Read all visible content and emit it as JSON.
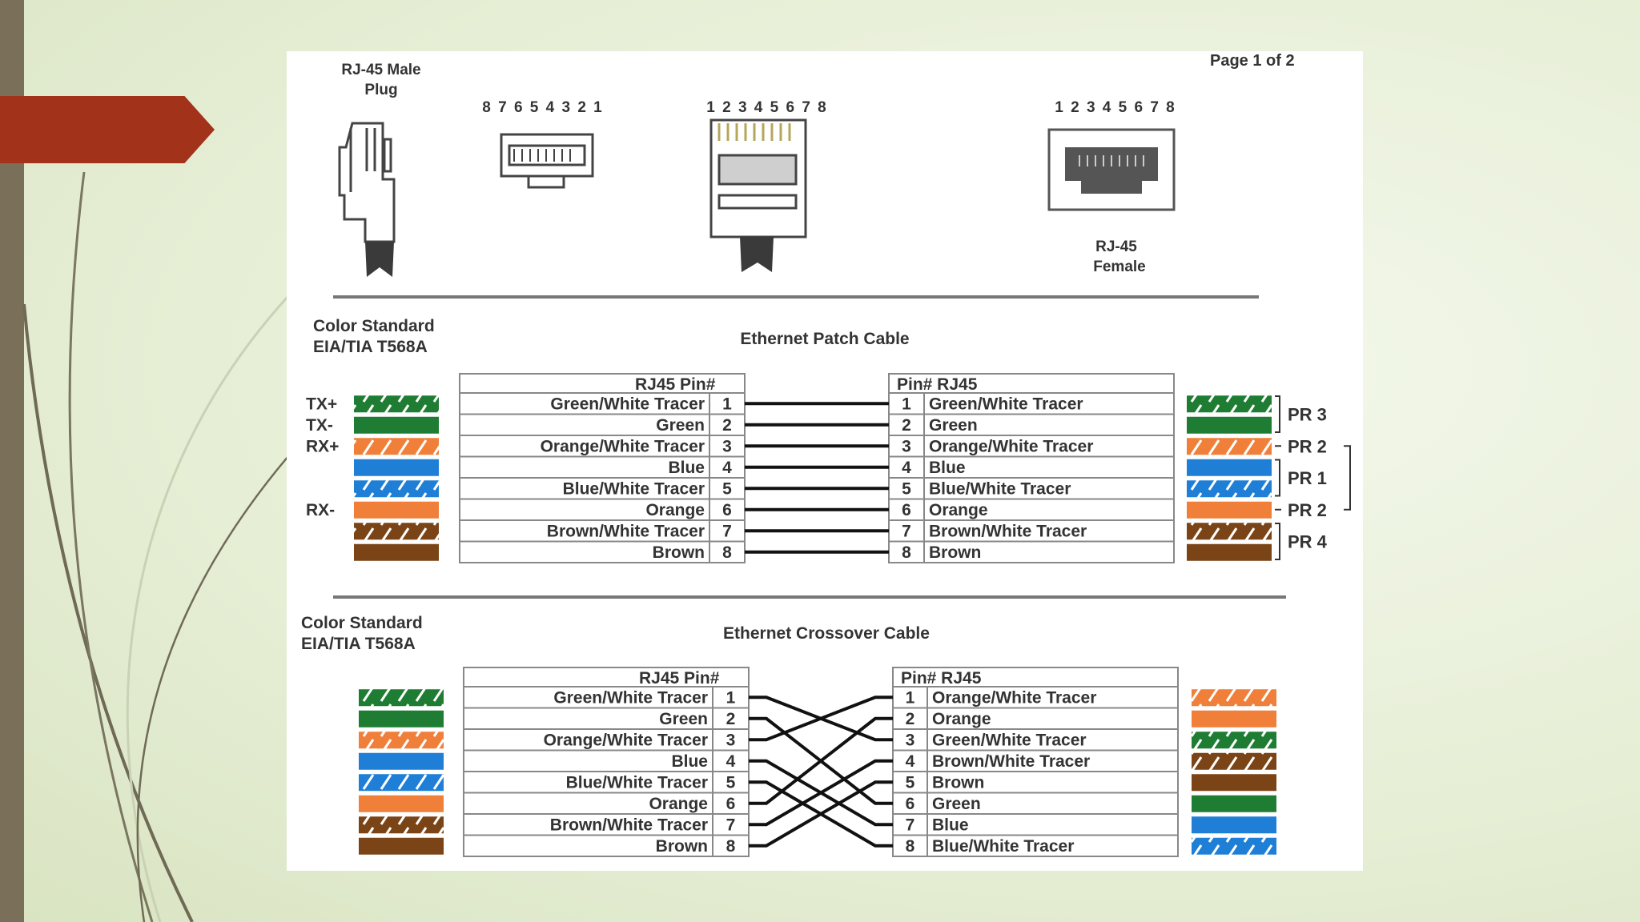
{
  "page_label": "Page 1 of 2",
  "connectors": {
    "male_plug_label": [
      "RJ-45 Male",
      "Plug"
    ],
    "pins_rev": "8 7 6 5 4 3 2 1",
    "pins_fwd": "1 2 3 4 5 6 7 8",
    "female_pins": "1 2 3 4 5 6 7 8",
    "female_label": [
      "RJ-45",
      "Female"
    ]
  },
  "patch": {
    "standard": [
      "Color  Standard",
      "EIA/TIA T568A"
    ],
    "title": "Ethernet Patch Cable",
    "left_header": "RJ45   Pin#",
    "right_header": "Pin#   RJ45",
    "signals": [
      "TX+",
      "TX-",
      "RX+",
      "",
      "",
      "RX-",
      "",
      ""
    ],
    "left_rows": [
      {
        "name": "Green/White Tracer",
        "pin": "1"
      },
      {
        "name": "Green",
        "pin": "2"
      },
      {
        "name": "Orange/White Tracer",
        "pin": "3"
      },
      {
        "name": "Blue",
        "pin": "4"
      },
      {
        "name": "Blue/White Tracer",
        "pin": "5"
      },
      {
        "name": "Orange",
        "pin": "6"
      },
      {
        "name": "Brown/White Tracer",
        "pin": "7"
      },
      {
        "name": "Brown",
        "pin": "8"
      }
    ],
    "right_rows": [
      {
        "pin": "1",
        "name": "Green/White Tracer"
      },
      {
        "pin": "2",
        "name": "Green"
      },
      {
        "pin": "3",
        "name": "Orange/White Tracer"
      },
      {
        "pin": "4",
        "name": "Blue"
      },
      {
        "pin": "5",
        "name": "Blue/White Tracer"
      },
      {
        "pin": "6",
        "name": "Orange"
      },
      {
        "pin": "7",
        "name": "Brown/White Tracer"
      },
      {
        "pin": "8",
        "name": "Brown"
      }
    ],
    "left_colors": [
      "green-stripe",
      "green",
      "orange-stripe",
      "blue",
      "blue-stripe",
      "orange",
      "brown-stripe",
      "brown"
    ],
    "right_colors": [
      "green-stripe",
      "green",
      "orange-stripe",
      "blue",
      "blue-stripe",
      "orange",
      "brown-stripe",
      "brown"
    ],
    "pairs": [
      "PR 3",
      "PR 2",
      "PR 1",
      "PR 2",
      "PR 4"
    ],
    "wiring": [
      1,
      2,
      3,
      4,
      5,
      6,
      7,
      8
    ]
  },
  "crossover": {
    "standard": [
      "Color  Standard",
      "EIA/TIA T568A"
    ],
    "title": "Ethernet Crossover Cable",
    "left_header": "RJ45   Pin#",
    "right_header": "Pin#   RJ45",
    "left_rows": [
      {
        "name": "Green/White Tracer",
        "pin": "1"
      },
      {
        "name": "Green",
        "pin": "2"
      },
      {
        "name": "Orange/White Tracer",
        "pin": "3"
      },
      {
        "name": "Blue",
        "pin": "4"
      },
      {
        "name": "Blue/White Tracer",
        "pin": "5"
      },
      {
        "name": "Orange",
        "pin": "6"
      },
      {
        "name": "Brown/White Tracer",
        "pin": "7"
      },
      {
        "name": "Brown",
        "pin": "8"
      }
    ],
    "right_rows": [
      {
        "pin": "1",
        "name": "Orange/White Tracer"
      },
      {
        "pin": "2",
        "name": "Orange"
      },
      {
        "pin": "3",
        "name": "Green/White Tracer"
      },
      {
        "pin": "4",
        "name": "Brown/White Tracer"
      },
      {
        "pin": "5",
        "name": "Brown"
      },
      {
        "pin": "6",
        "name": "Green"
      },
      {
        "pin": "7",
        "name": "Blue"
      },
      {
        "pin": "8",
        "name": "Blue/White Tracer"
      }
    ],
    "left_colors": [
      "green-stripe",
      "green",
      "orange-stripe",
      "blue",
      "blue-stripe",
      "orange",
      "brown-stripe",
      "brown"
    ],
    "right_colors": [
      "orange-stripe",
      "orange",
      "green-stripe",
      "brown-stripe",
      "brown",
      "green",
      "blue",
      "blue-stripe"
    ],
    "wiring": [
      3,
      6,
      1,
      7,
      8,
      2,
      4,
      5
    ]
  },
  "colors": {
    "green": "#1e7d32",
    "orange": "#f07f3a",
    "blue": "#1f7fd6",
    "brown": "#7a4416",
    "accent_arrow": "#a3321a",
    "left_bar": "#7a705a"
  }
}
